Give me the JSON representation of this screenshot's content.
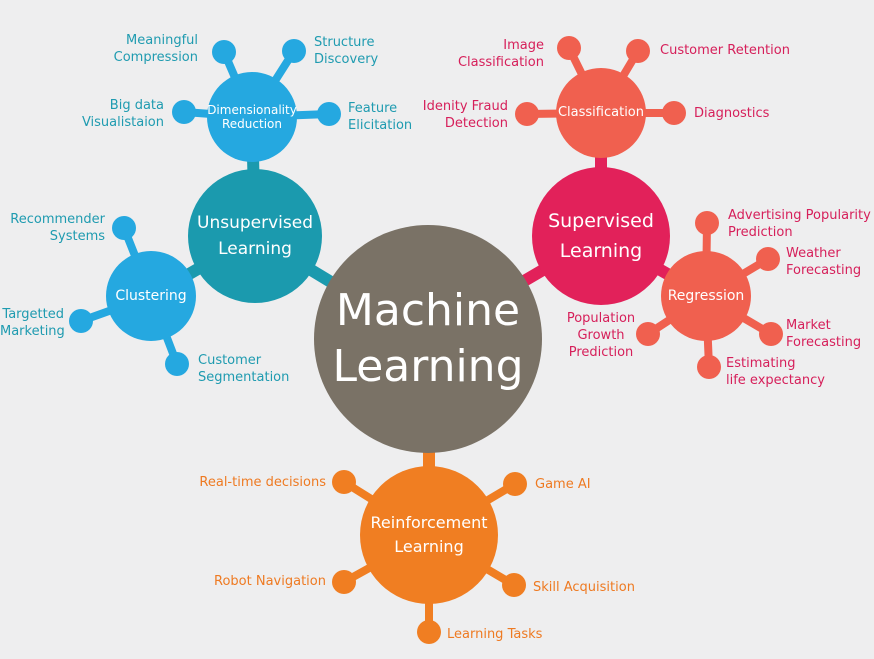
{
  "colors": {
    "center": "#7a7266",
    "unsupervised": "#1b9aae",
    "supervised": "#e2215a",
    "light_blue": "#25a8e0",
    "coral": "#f0604f",
    "orange": "#f07e22",
    "teal_text": "#1f9bb0",
    "pink_text": "#d61f5a",
    "orange_text": "#ee7a22"
  },
  "center": {
    "line1": "Machine",
    "line2": "Learning"
  },
  "unsupervised": {
    "title": {
      "line1": "Unsupervised",
      "line2": "Learning"
    },
    "dimensionality_reduction": {
      "title": {
        "line1": "Dimensionality",
        "line2": "Reduction"
      },
      "leaves": {
        "meaningful_compression": {
          "line1": "Meaningful",
          "line2": "Compression"
        },
        "structure_discovery": {
          "line1": "Structure",
          "line2": "Discovery"
        },
        "big_data_visualisation": {
          "line1": "Big data",
          "line2": "Visualistaion"
        },
        "feature_elicitation": {
          "line1": "Feature",
          "line2": "Elicitation"
        }
      }
    },
    "clustering": {
      "title": "Clustering",
      "leaves": {
        "recommender_systems": {
          "line1": "Recommender",
          "line2": "Systems"
        },
        "targetted_marketing": {
          "line1": "Targetted",
          "line2": "Marketing"
        },
        "customer_segmentation": {
          "line1": "Customer",
          "line2": "Segmentation"
        }
      }
    }
  },
  "supervised": {
    "title": {
      "line1": "Supervised",
      "line2": "Learning"
    },
    "classification": {
      "title": "Classification",
      "leaves": {
        "image_classification": {
          "line1": "Image",
          "line2": "Classification"
        },
        "customer_retention": "Customer Retention",
        "identity_fraud_detection": {
          "line1": "Idenity Fraud",
          "line2": "Detection"
        },
        "diagnostics": "Diagnostics"
      }
    },
    "regression": {
      "title": "Regression",
      "leaves": {
        "advertising_popularity": {
          "line1": "Advertising Popularity",
          "line2": "Prediction"
        },
        "weather_forecasting": {
          "line1": "Weather",
          "line2": "Forecasting"
        },
        "population_growth": {
          "line1": "Population",
          "line2": "Growth",
          "line3": "Prediction"
        },
        "market_forecasting": {
          "line1": "Market",
          "line2": "Forecasting"
        },
        "life_expectancy": {
          "line1": "Estimating",
          "line2": "life expectancy"
        }
      }
    }
  },
  "reinforcement": {
    "title": {
      "line1": "Reinforcement",
      "line2": "Learning"
    },
    "leaves": {
      "realtime_decisions": "Real-time decisions",
      "game_ai": "Game AI",
      "robot_navigation": "Robot Navigation",
      "skill_acquisition": "Skill Acquisition",
      "learning_tasks": "Learning Tasks"
    }
  }
}
